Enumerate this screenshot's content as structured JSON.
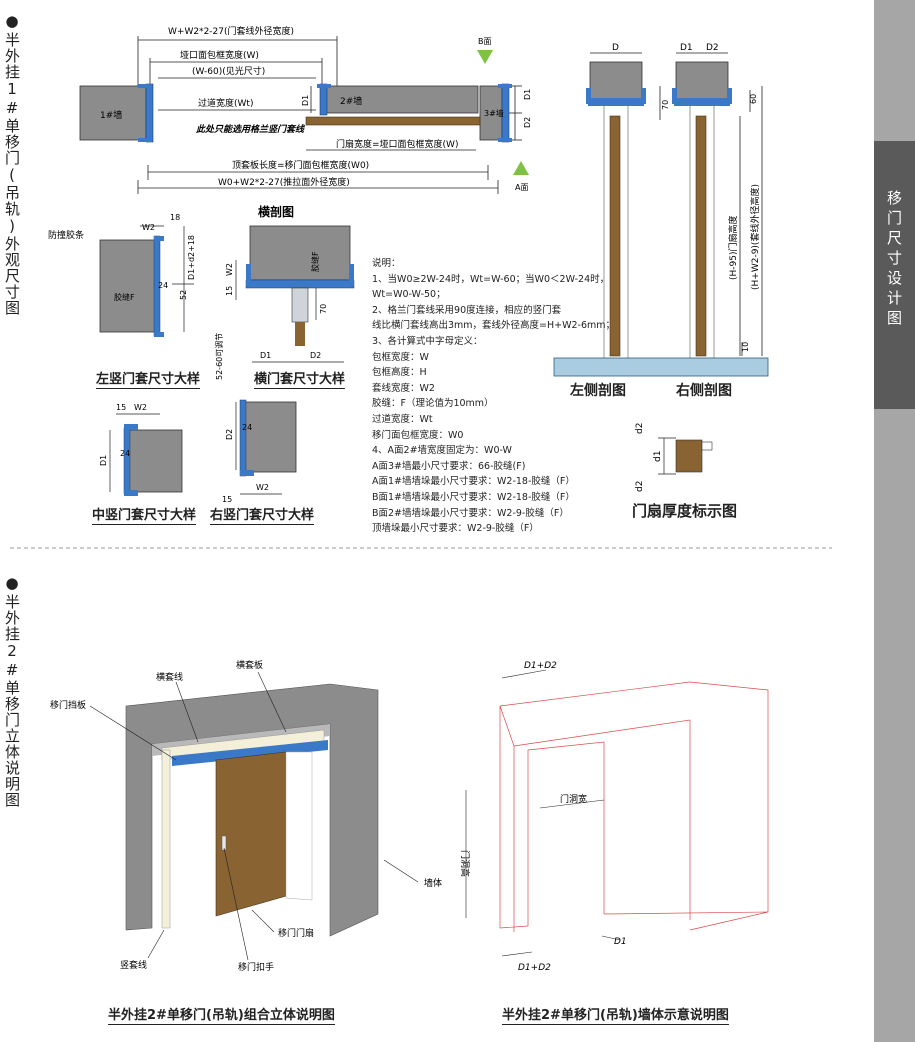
{
  "section1_title": "半外挂1#单移门(吊轨)外观尺寸图",
  "section2_title": "半外挂2#单移门立体说明图",
  "side_tab": "移门尺寸设计图",
  "top_plan": {
    "dim_outer": "W+W2*2-27(门套线外径宽度)",
    "dim_opening": "垭口面包框宽度(W)",
    "dim_clear": "(W-60)(见光尺寸)",
    "dim_passage": "过道宽度(Wt)",
    "wall1": "1#墙",
    "wall2": "2#墙",
    "wall3": "3#墙",
    "face_b": "B面",
    "face_a": "A面",
    "note_flange": "此处只能选用格兰竖门套线",
    "dim_leaf": "门扇宽度=垭口面包框宽度(W)",
    "dim_top_board": "顶套板长度=移门面包框宽度(W0)",
    "dim_push": "W0+W2*2-27(推拉面外径宽度)",
    "d1": "D1",
    "d2": "D2"
  },
  "side_section": {
    "d": "D",
    "d1": "D1",
    "d2": "D2",
    "dim70": "70",
    "dim60": "60",
    "dim10": "10",
    "h_leaf": "(H-95)门扇高度",
    "h_frame": "(H+W2-9)(套线外径高度)",
    "left_title": "左侧剖图",
    "right_title": "右侧剖图"
  },
  "left_jamb": {
    "title": "左竖门套尺寸大样",
    "label_strip": "防撞胶条",
    "w2": "W2",
    "n18": "18",
    "d1d2": "D1+d2+18",
    "glue": "胶缝F",
    "n24": "24",
    "n52": "52"
  },
  "head": {
    "title_top": "横剖图",
    "title": "横门套尺寸大样",
    "n15": "15",
    "w2": "W2",
    "glue": "胶缝F",
    "n70": "70",
    "adj": "52-60可调节",
    "d1": "D1",
    "d2": "D2"
  },
  "mid_jamb": {
    "title": "中竖门套尺寸大样",
    "n15": "15",
    "w2": "W2",
    "d1": "D1",
    "n24": "24"
  },
  "right_jamb": {
    "title": "右竖门套尺寸大样",
    "d2": "D2",
    "n24": "24",
    "n15": "15",
    "w2": "W2"
  },
  "notes": [
    "说明：",
    "1、当W0≥2W-24时，Wt=W-60；当W0＜2W-24时，",
    "    Wt=W0-W-50；",
    "2、格兰门套线采用90度连接，相应的竖门套",
    "    线比横门套线高出3mm，套线外径高度=H+W2-6mm；",
    "3、各计算式中字母定义：",
    "    包框宽度：W",
    "    包框高度：H",
    "    套线宽度：W2",
    "    胶缝：F（理论值为10mm）",
    "    过道宽度：Wt",
    "    移门面包框宽度：W0",
    "4、A面2#墙宽度固定为：W0-W",
    "    A面3#墙最小尺寸要求：66-胶缝(F)",
    "    A面1#墙墙垛最小尺寸要求：W2-18-胶缝（F）",
    "    B面1#墙墙垛最小尺寸要求：W2-18-胶缝（F）",
    "    B面2#墙墙垛最小尺寸要求：W2-9-胶缝（F）",
    "    顶墙垛最小尺寸要求：W2-9-胶缝（F）"
  ],
  "thickness": {
    "title": "门扇厚度标示图",
    "d1": "d1",
    "d2a": "d2",
    "d2b": "d2"
  },
  "iso_left": {
    "title": "半外挂2#单移门(吊轨)组合立体说明图",
    "l_head_trim": "横套线",
    "l_head_board": "横套板",
    "l_stopper": "移门挡板",
    "l_wall": "墙体",
    "l_leaf": "移门门扇",
    "l_jamb_trim": "竖套线",
    "l_handle": "移门扣手"
  },
  "iso_right": {
    "title": "半外挂2#单移门(吊轨)墙体示意说明图",
    "d1d2_top": "D1+D2",
    "opening_w": "门洞宽",
    "opening_h": "门洞高",
    "d1": "D1",
    "d1d2_bottom": "D1+D2"
  },
  "colors": {
    "wall": "#8c8c8c",
    "trim_blue": "#3a78c8",
    "wood": "#8a6332",
    "floor_blue": "#a9cce0",
    "green_marker": "#7dc242",
    "sidebar": "#a6a6a6",
    "sidebar_active": "#5a5a5a",
    "wire_red": "#d94c4c"
  }
}
